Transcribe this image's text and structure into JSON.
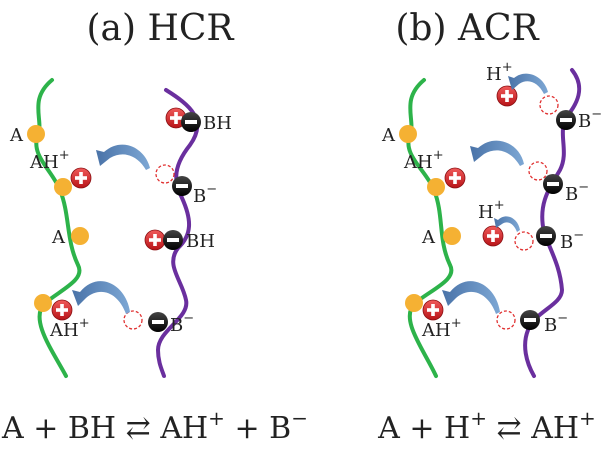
{
  "panels": {
    "left": {
      "title": "(a) HCR",
      "equation": {
        "lhs": "A + BH",
        "arrow": "⇄",
        "rhs_base": "AH",
        "rhs_sup": "+",
        "rhs_tail": " + B",
        "rhs_tail_sup": "−"
      },
      "labels": {
        "A": "A",
        "AH": "AH",
        "plus": "+",
        "BH": "BH",
        "B": "B",
        "minus": "−"
      }
    },
    "right": {
      "title": "(b) ACR",
      "equation": {
        "lhs_a": "A + H",
        "lhs_sup": "+",
        "arrow": "⇄",
        "rhs_base": "AH",
        "rhs_sup": "+"
      },
      "labels": {
        "A": "A",
        "AH": "AH",
        "plus": "+",
        "H": "H",
        "B": "B",
        "minus": "−"
      }
    }
  },
  "colors": {
    "green_chain": "#2db34a",
    "purple_chain": "#6a2f9e",
    "acid_site": "#f5b133",
    "proton": "#d61f26",
    "base": "#111111",
    "arrow": "#5b87b8",
    "vacancy": "#e03030"
  },
  "icons": [
    "proton-plus-icon",
    "base-minus-icon",
    "curved-arrow-icon",
    "vacancy-dashed-circle-icon"
  ]
}
